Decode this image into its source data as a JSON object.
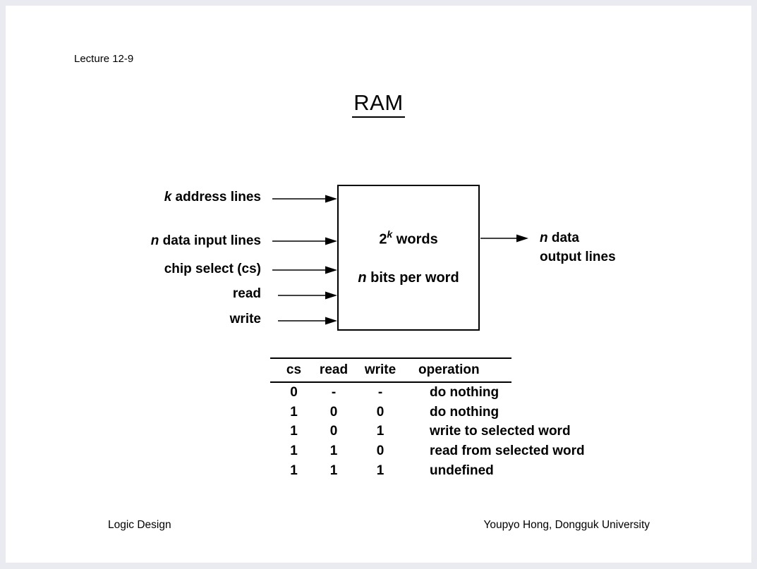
{
  "page": {
    "lecture_label": "Lecture 12-9",
    "title": "RAM",
    "footer_left": "Logic Design",
    "footer_right": "Youpyo Hong, Dongguk University"
  },
  "diagram": {
    "box": {
      "line1_base": "2",
      "line1_sup": "k",
      "line1_rest": " words",
      "line2_var": "n",
      "line2_rest": " bits per word"
    },
    "inputs": [
      {
        "var": "k",
        "rest": " address lines"
      },
      {
        "var": "n",
        "rest": " data input lines"
      },
      {
        "var": "",
        "rest": "chip select (cs)"
      },
      {
        "var": "",
        "rest": "read"
      },
      {
        "var": "",
        "rest": "write"
      }
    ],
    "output": {
      "var": "n",
      "line1_rest": " data",
      "line2": "output lines"
    }
  },
  "table": {
    "headers": [
      "cs",
      "read",
      "write",
      "operation"
    ],
    "rows": [
      [
        "0",
        "-",
        "-",
        "do nothing"
      ],
      [
        "1",
        "0",
        "0",
        "do nothing"
      ],
      [
        "1",
        "0",
        "1",
        "write to selected word"
      ],
      [
        "1",
        "1",
        "0",
        "read from selected word"
      ],
      [
        "1",
        "1",
        "1",
        "undefined"
      ]
    ]
  },
  "colors": {
    "background": "#e9ebf1",
    "page": "#ffffff",
    "ink": "#000000"
  }
}
